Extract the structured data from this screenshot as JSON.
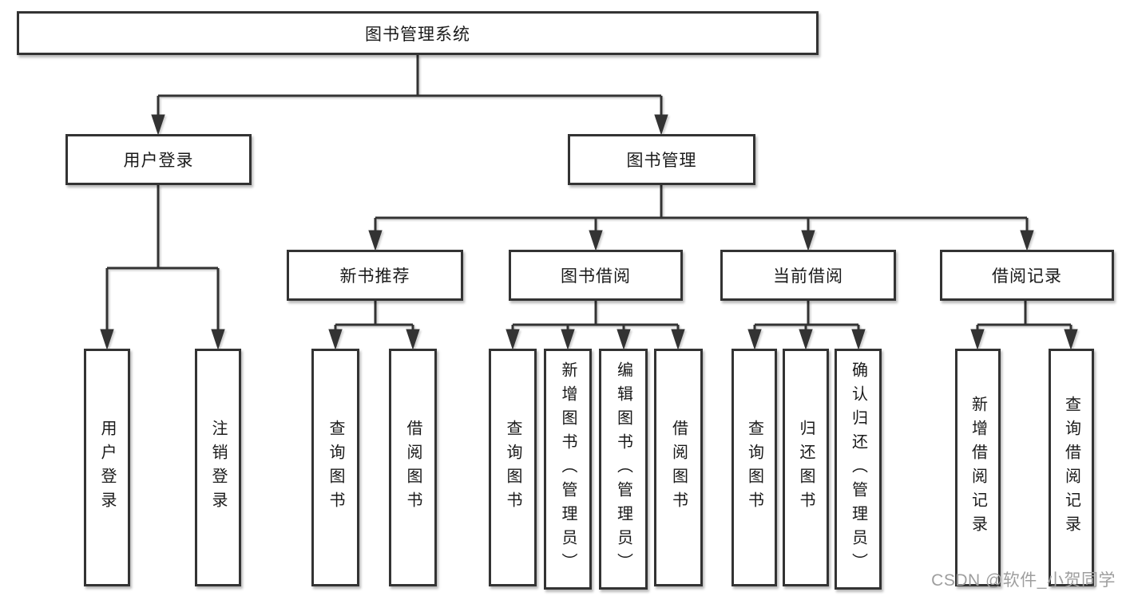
{
  "tree": {
    "label": "图书管理系统",
    "children": [
      {
        "label": "用户登录",
        "children": [
          {
            "label": "用户登录"
          },
          {
            "label": "注销登录"
          }
        ]
      },
      {
        "label": "图书管理",
        "children": [
          {
            "label": "新书推荐",
            "children": [
              {
                "label": "查询图书"
              },
              {
                "label": "借阅图书"
              }
            ]
          },
          {
            "label": "图书借阅",
            "children": [
              {
                "label": "查询图书"
              },
              {
                "label": "新增图书（管理员）"
              },
              {
                "label": "编辑图书（管理员）"
              },
              {
                "label": "借阅图书"
              }
            ]
          },
          {
            "label": "当前借阅",
            "children": [
              {
                "label": "查询图书"
              },
              {
                "label": "归还图书"
              },
              {
                "label": "确认归还（管理员）"
              }
            ]
          },
          {
            "label": "借阅记录",
            "children": [
              {
                "label": "新增借阅记录"
              },
              {
                "label": "查询借阅记录"
              }
            ]
          }
        ]
      }
    ]
  },
  "watermark": "CSDN @软件_小贺同学",
  "colors": {
    "line": "#333333",
    "box_border": "#333333",
    "text": "#1a1a1a",
    "watermark": "#9e9e9e",
    "background": "#ffffff"
  }
}
